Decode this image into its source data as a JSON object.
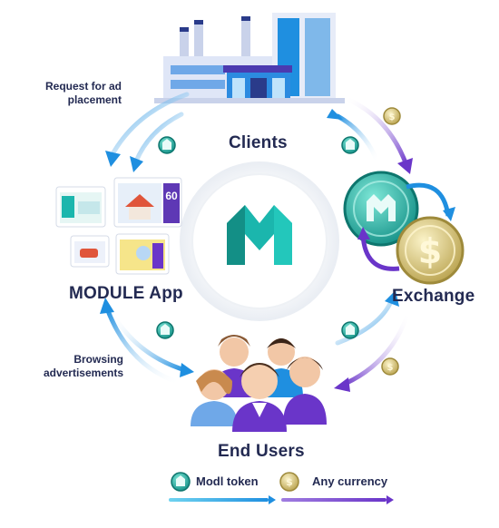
{
  "nodes": {
    "clients": "Clients",
    "module_app": "MODULE App",
    "exchange": "Exchange",
    "end_users": "End Users"
  },
  "notes": {
    "request": "Request for ad placement",
    "browsing": "Browsing advertisements"
  },
  "screen_badge": "60",
  "legend": {
    "token": "Modl token",
    "currency": "Any currency"
  },
  "icons": [
    "modl-token-icon",
    "currency-coin-icon",
    "module-logo-icon"
  ],
  "colors": {
    "text": "#232a52",
    "teal": "#1bb6ad",
    "blue": "#1f8fe0",
    "purple": "#6a35c9",
    "gold": "#d7c36a"
  }
}
